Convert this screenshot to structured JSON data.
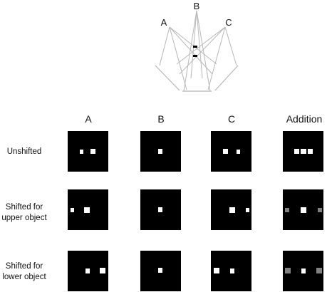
{
  "geometry": {
    "camera_labels": [
      "A",
      "B",
      "C"
    ],
    "line_color": "#b8b8b8",
    "object_color": "#000000"
  },
  "grid": {
    "columns": [
      "A",
      "B",
      "C",
      "Addition"
    ],
    "rows": [
      {
        "label_lines": [
          "Unshifted"
        ]
      },
      {
        "label_lines": [
          "Shifted for",
          "upper object"
        ]
      },
      {
        "label_lines": [
          "Shifted for",
          "lower object"
        ]
      }
    ]
  },
  "colors": {
    "panel_background": "#000000",
    "bright_spot": "#ffffff",
    "dim_spot": "#808080"
  }
}
